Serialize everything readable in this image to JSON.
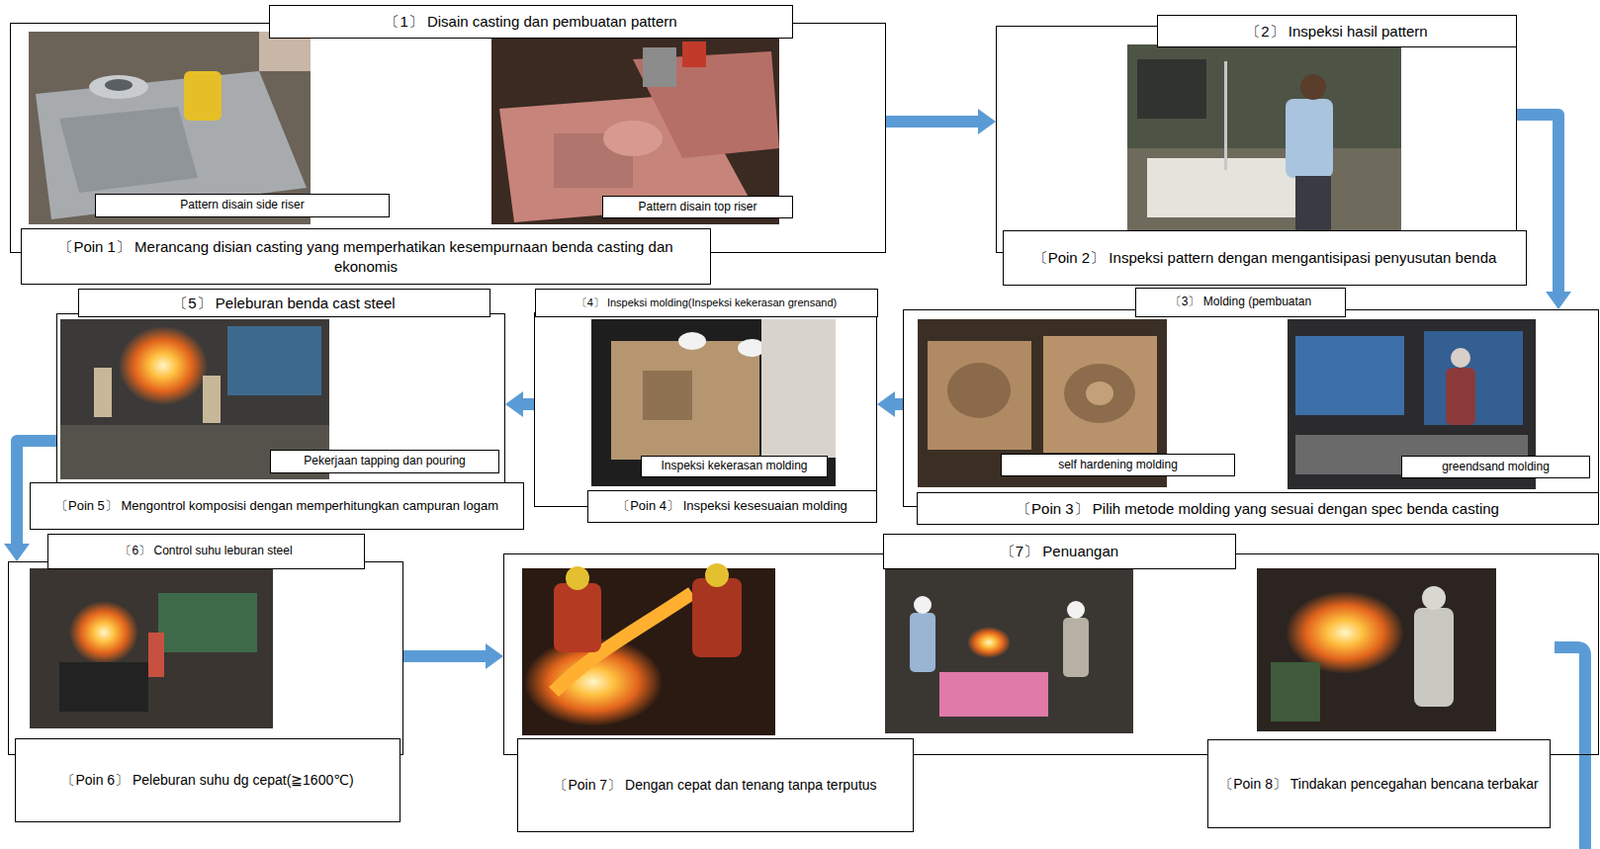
{
  "diagram": {
    "nodes": [
      {
        "text": [
          "〔1〕 Disain casting dan pembuatan pattern"
        ]
      },
      {
        "text": [
          "Pattern disain side riser"
        ],
        "in": 0
      },
      {
        "text": [
          "Pattern disain top riser"
        ],
        "in": 0
      },
      {
        "text": [
          "〔Poin 1〕 Merancang disian casting yang memperhatikan kesempurnaan benda casting dan ekonomis"
        ]
      },
      {
        "text": [
          "〔2〕 Inspeksi hasil pattern"
        ]
      },
      {
        "text": [
          "〔Poin 2〕 Inspeksi pattern dengan mengantisipasi penyusutan benda"
        ]
      },
      {
        "text": [
          "〔3〕 Molding (pembuatan"
        ]
      },
      {
        "text": [
          "self hardening molding"
        ],
        "in": 6
      },
      {
        "text": [
          "greendsand molding"
        ],
        "in": 6
      },
      {
        "text": [
          "〔Poin 3〕 Pilih metode molding yang sesuai dengan spec benda casting"
        ]
      },
      {
        "text": [
          "〔4〕 Inspeksi molding(Inspeksi kekerasan grensand)"
        ]
      },
      {
        "text": [
          "Inspeksi kekerasan molding"
        ],
        "in": 10
      },
      {
        "text": [
          "〔Poin 4〕 Inspeksi kesesuaian molding"
        ]
      },
      {
        "text": [
          "〔5〕 Peleburan benda cast steel"
        ]
      },
      {
        "text": [
          "Pekerjaan tapping dan pouring"
        ],
        "in": 13
      },
      {
        "text": [
          "〔Poin 5〕 Mengontrol komposisi dengan memperhitungkan campuran logam"
        ]
      },
      {
        "text": [
          "〔6〕 Control suhu leburan steel"
        ]
      },
      {
        "text": [
          "〔Poin 6〕 Peleburan suhu dg cepat(≧1600℃)"
        ]
      },
      {
        "text": [
          "〔7〕 Penuangan"
        ]
      },
      {
        "text": [
          "〔Poin 7〕 Dengan cepat dan tenang tanpa terputus"
        ]
      },
      {
        "text": [
          "〔Poin 8〕 Tindakan pencegahan bencana terbakar"
        ]
      }
    ],
    "edges": [
      {
        "from": 0,
        "to": 4,
        "arrow": "to"
      },
      {
        "from": 4,
        "to": 6,
        "arrow": "to"
      },
      {
        "from": 6,
        "to": 10,
        "arrow": "to"
      },
      {
        "from": 10,
        "to": 13,
        "arrow": "to"
      },
      {
        "from": 13,
        "to": 16,
        "arrow": "to"
      },
      {
        "from": 16,
        "to": 18,
        "arrow": "to"
      }
    ]
  }
}
